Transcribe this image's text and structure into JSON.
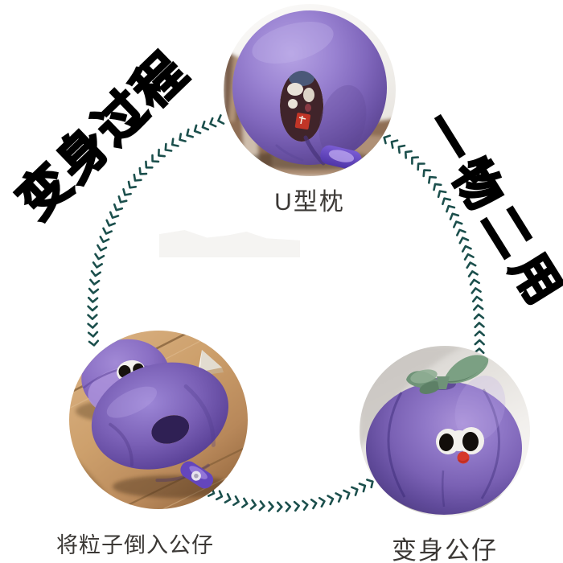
{
  "graphic": {
    "title_left": "变身过程",
    "title_right": "一物二用",
    "steps": [
      {
        "id": "u-pillow",
        "label": "U型枕"
      },
      {
        "id": "fill-doll",
        "label": "将粒子倒入公仔"
      },
      {
        "id": "doll",
        "label": "变身公仔"
      }
    ]
  },
  "colors": {
    "arrow_teal": "#1b4f4c",
    "title_black": "#000000",
    "caption_gray": "#3b3835",
    "pillow_purple": "#8a71c6",
    "pillow_purple_dark": "#5c448f",
    "leaf_green": "#7ba083",
    "mouth_red": "#d6382b",
    "wood_brown": "#cda06c",
    "studio_gray": "#e4e1dd"
  }
}
